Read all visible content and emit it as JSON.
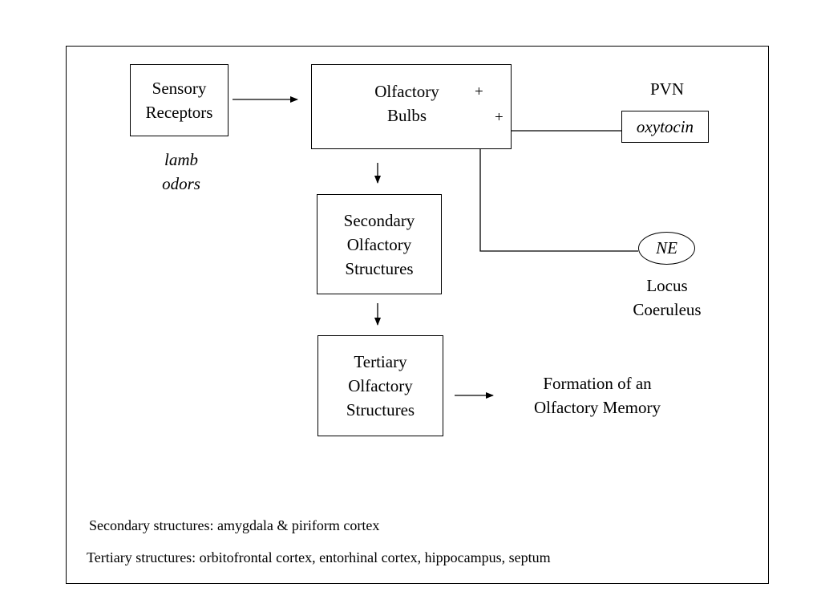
{
  "nodes": {
    "sensory_receptors": {
      "line1": "Sensory",
      "line2": "Receptors"
    },
    "olfactory_bulbs": {
      "line1": "Olfactory",
      "line2": "Bulbs"
    },
    "secondary": {
      "line1": "Secondary",
      "line2": "Olfactory",
      "line3": "Structures"
    },
    "tertiary": {
      "line1": "Tertiary",
      "line2": "Olfactory",
      "line3": "Structures"
    },
    "oxytocin": "oxytocin",
    "ne": "NE"
  },
  "labels": {
    "lamb_odors": {
      "line1": "lamb",
      "line2": "odors"
    },
    "pvn": "PVN",
    "locus_coeruleus": {
      "line1": "Locus",
      "line2": "Coeruleus"
    },
    "memory": {
      "line1": "Formation of an",
      "line2": "Olfactory Memory"
    },
    "plus_top": "+",
    "plus_side": "+"
  },
  "notes": {
    "secondary": "Secondary structures:  amygdala & piriform cortex",
    "tertiary": "Tertiary structures:  orbitofrontal cortex, entorhinal cortex, hippocampus, septum"
  }
}
